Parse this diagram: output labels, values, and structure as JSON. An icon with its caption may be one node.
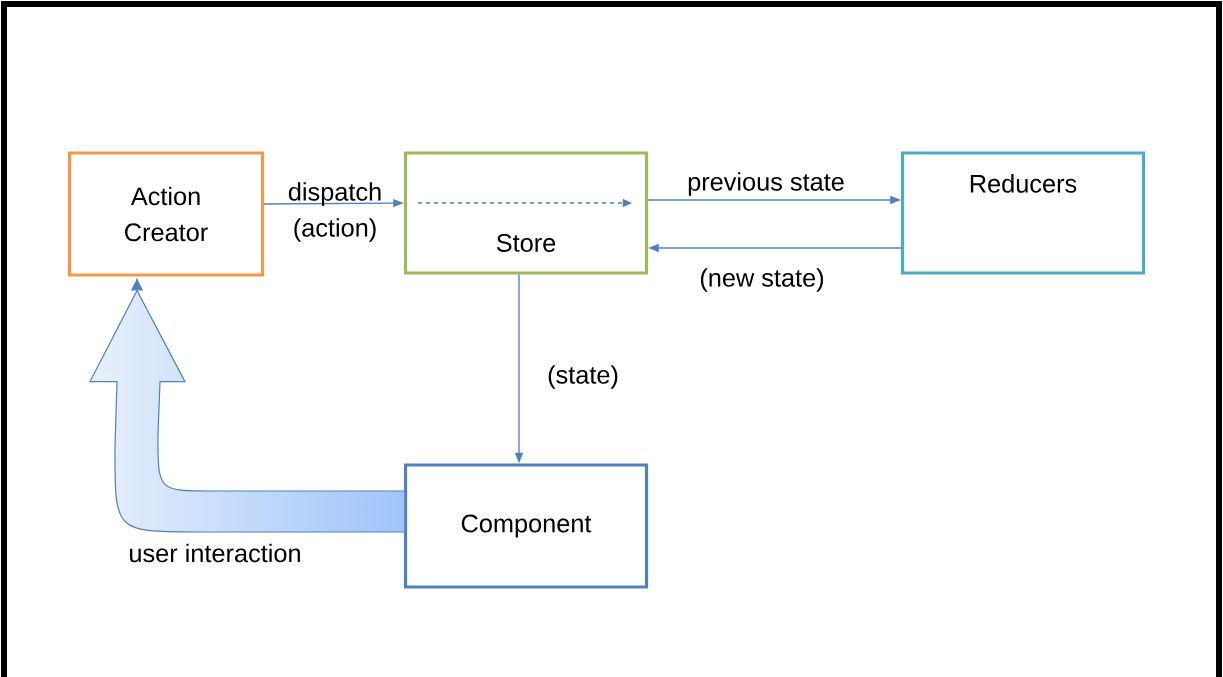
{
  "diagram": {
    "nodes": [
      {
        "text": [
          "Action Creator"
        ]
      },
      {
        "text": [
          "Store"
        ]
      },
      {
        "text": [
          "Reducers"
        ]
      },
      {
        "text": [
          "Component"
        ]
      }
    ],
    "edges": [
      {
        "from": 0,
        "to": 1,
        "arrow": "to",
        "label": "dispatch (action)"
      },
      {
        "from": 1,
        "to": 2,
        "arrow": "to",
        "label": "previous state"
      },
      {
        "from": 2,
        "to": 1,
        "arrow": "to",
        "label": "(new state)"
      },
      {
        "from": 1,
        "to": 3,
        "arrow": "to",
        "label": "(state)"
      },
      {
        "from": 3,
        "to": 0,
        "arrow": "to",
        "label": "user interaction"
      }
    ]
  }
}
